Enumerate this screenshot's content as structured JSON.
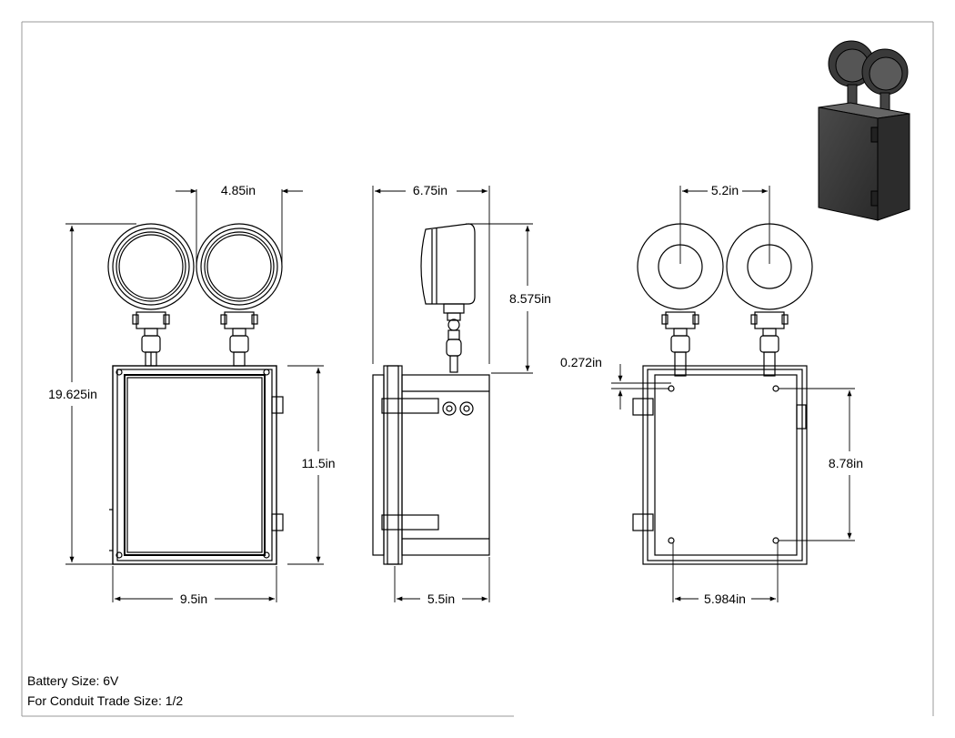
{
  "dimensions": {
    "head_spacing": "4.85in",
    "overall_height": "19.625in",
    "box_width": "9.5in",
    "box_height": "11.5in",
    "side_depth_overall": "6.75in",
    "head_height": "8.575in",
    "box_depth": "5.5in",
    "back_head_spacing": "5.2in",
    "mount_offset": "0.272in",
    "mount_vertical": "8.78in",
    "mount_horizontal": "5.984in"
  },
  "notes": {
    "battery": "Battery Size: 6V",
    "conduit": "For Conduit Trade Size: 1/2"
  }
}
